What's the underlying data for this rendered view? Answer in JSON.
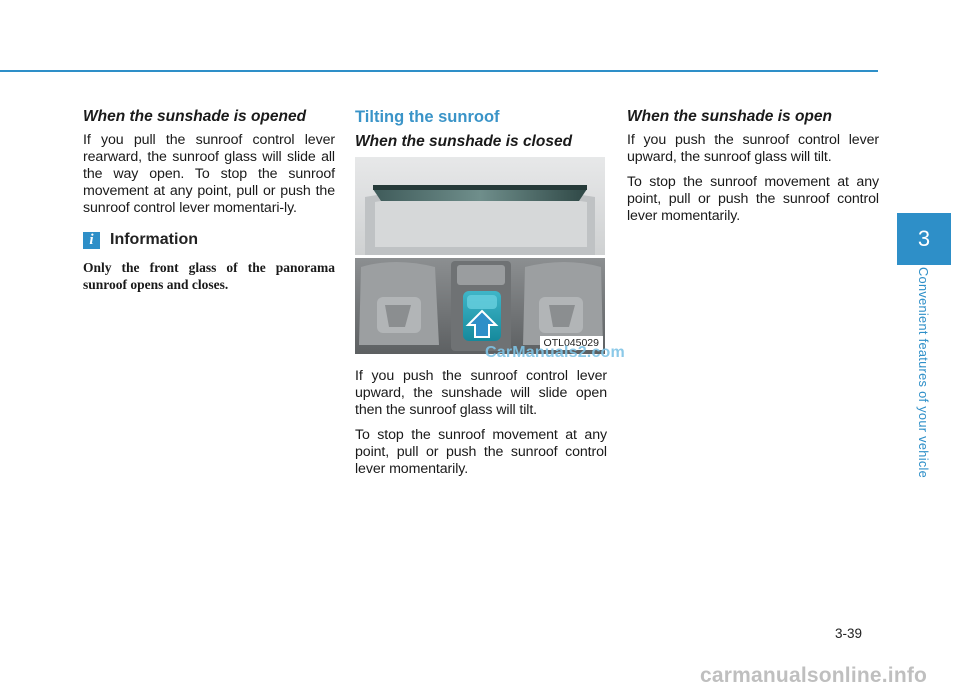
{
  "col1": {
    "subheading": "When the sunshade is opened",
    "paragraph": "If you pull the sunroof control lever rearward, the sunroof glass will slide all the way open. To stop the sunroof movement at any point, pull or push the sunroof control lever momentari-ly.",
    "info": {
      "icon_glyph": "i",
      "title": "Information",
      "text": "Only the front glass of the panorama sunroof opens and closes."
    }
  },
  "col2": {
    "section_title": "Tilting the sunroof",
    "subheading": "When the sunshade is closed",
    "figure_label": "OTL045029",
    "watermark": "CarManuals2.com",
    "paragraph1": "If you push the sunroof control lever upward, the sunshade will slide open then the sunroof glass will tilt.",
    "paragraph2": "To stop the sunroof movement at any point, pull or push the sunroof control lever momentarily."
  },
  "col3": {
    "subheading": "When the sunshade is open",
    "paragraph1": "If you push the sunroof control lever upward, the sunroof glass will tilt.",
    "paragraph2": "To stop the sunroof movement at any point, pull or push the sunroof control lever momentarily."
  },
  "sidebar": {
    "chapter_number": "3",
    "chapter_title": "Convenient features of your vehicle"
  },
  "page_number": "3-39",
  "footer_watermark": "carmanualsonline.info",
  "colors": {
    "accent": "#2e8fc8",
    "section_title": "#3a94c8"
  }
}
